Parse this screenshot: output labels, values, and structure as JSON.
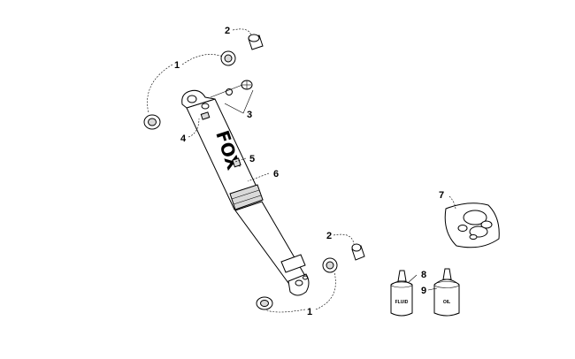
{
  "callouts": [
    "1",
    "2",
    "3",
    "4",
    "5",
    "6",
    "7",
    "8",
    "9"
  ],
  "callout_items": [
    {
      "key": "c1a",
      "text": "1"
    },
    {
      "key": "c1b",
      "text": "1"
    },
    {
      "key": "c2a",
      "text": "2"
    },
    {
      "key": "c2b",
      "text": "2"
    },
    {
      "key": "c3",
      "text": "3"
    },
    {
      "key": "c4",
      "text": "4"
    },
    {
      "key": "c5",
      "text": "5"
    },
    {
      "key": "c6",
      "text": "6"
    },
    {
      "key": "c7",
      "text": "7"
    },
    {
      "key": "c8",
      "text": "8"
    },
    {
      "key": "c9",
      "text": "9"
    }
  ],
  "brand_logo": "FOX",
  "bottle_labels": {
    "fluid": "FLUID",
    "oil": "OIL"
  }
}
